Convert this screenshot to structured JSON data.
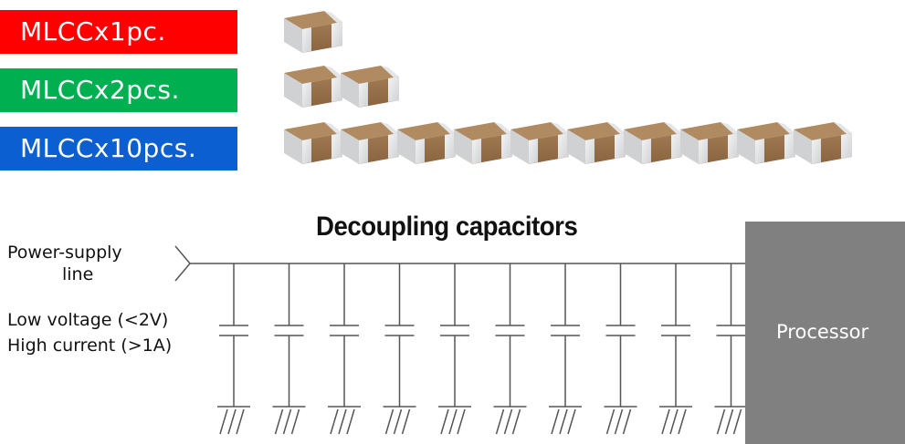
{
  "badges": [
    {
      "label": "MLCCx1pc.",
      "color": "#ff0000",
      "count": 1
    },
    {
      "label": "MLCCx2pcs.",
      "color": "#00b050",
      "count": 2
    },
    {
      "label": "MLCCx10pcs.",
      "color": "#0b5fd0",
      "count": 10
    }
  ],
  "diagram": {
    "title": "Decoupling capacitors",
    "power_supply_line": [
      "Power-supply",
      "line"
    ],
    "conditions": [
      "Low voltage (<2V)",
      "High current (>1A)"
    ],
    "processor_label": "Processor",
    "capacitor_count": 10
  },
  "colors": {
    "capacitor_body": "#8a6440",
    "capacitor_terminal": "#cfd1d3",
    "processor": "#808080",
    "wire": "#555555"
  }
}
